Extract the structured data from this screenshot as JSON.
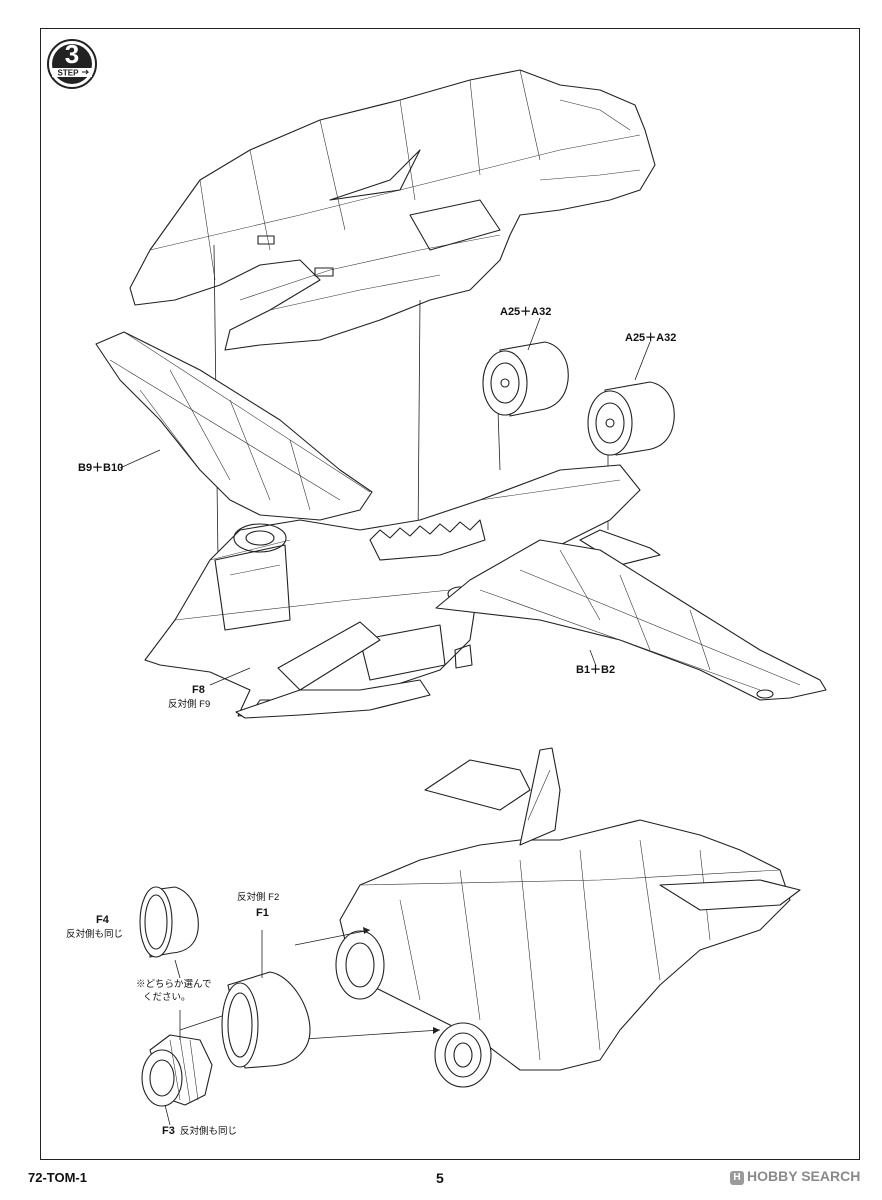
{
  "step": {
    "label": "STEP",
    "number": "3"
  },
  "callouts": {
    "a25_a32_left": "A25＋A32",
    "a25_a32_right": "A25＋A32",
    "b9_b10": "B9＋B10",
    "b1_b2": "B1＋B2",
    "f8": "F8",
    "f8_opposite": "反対側 F9",
    "f2_opposite": "反対側 F2",
    "f1": "F1",
    "f4": "F4",
    "f4_note": "反対側も同じ",
    "choose_note_line1": "※どちらか選んで",
    "choose_note_line2": "ください。",
    "f3": "F3",
    "f3_note": "反対側も同じ"
  },
  "footer": {
    "kit_code": "72-TOM-1",
    "page_number": "5"
  },
  "watermark": {
    "logo_char": "H",
    "text": "HOBBY SEARCH"
  },
  "colors": {
    "line": "#222222",
    "paper": "#ffffff",
    "watermark": "#8a8a8a"
  }
}
